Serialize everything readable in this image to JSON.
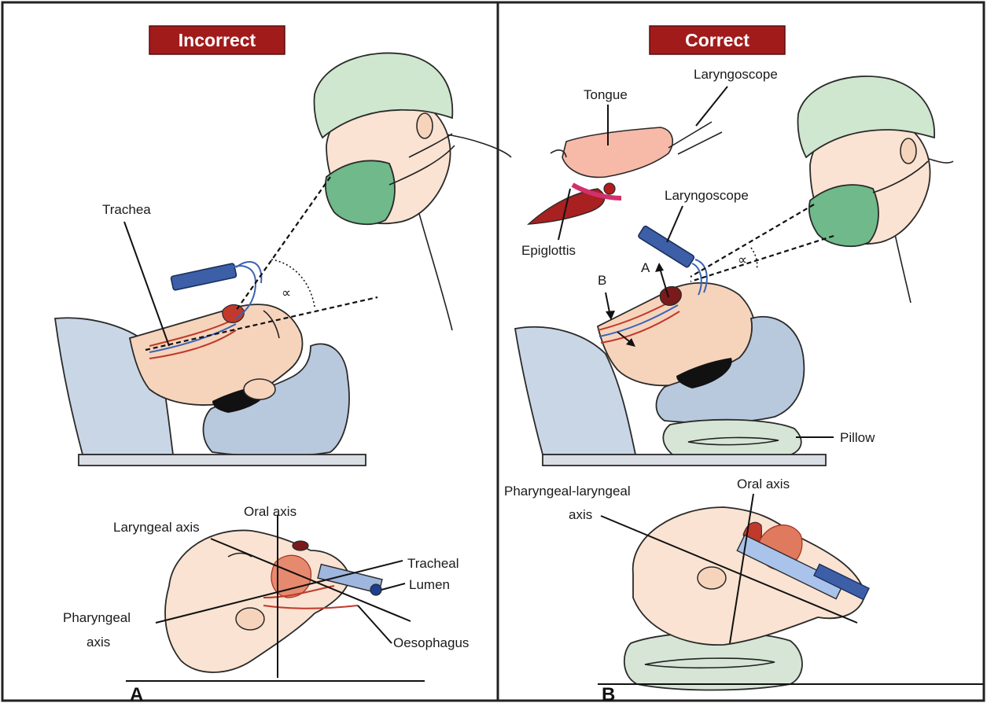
{
  "panels": {
    "left": {
      "badge": "Incorrect",
      "letter": "A",
      "labels": {
        "trachea": "Trachea",
        "alpha": "∝",
        "oral_axis": "Oral axis",
        "laryngeal_axis": "Laryngeal axis",
        "tracheal_lumen_1": "Tracheal",
        "tracheal_lumen_2": "Lumen",
        "pharyngeal_axis_1": "Pharyngeal",
        "pharyngeal_axis_2": "axis",
        "oesophagus": "Oesophagus"
      }
    },
    "right": {
      "badge": "Correct",
      "letter": "B",
      "labels": {
        "tongue": "Tongue",
        "laryngoscope_top": "Laryngoscope",
        "laryngoscope_mid": "Laryngoscope",
        "epiglottis": "Epiglottis",
        "arrow_a": "A",
        "arrow_b": "B",
        "alpha": "∝",
        "pillow": "Pillow",
        "pharyngeal_laryngeal_axis_1": "Pharyngeal-laryngeal",
        "pharyngeal_laryngeal_axis_2": "axis",
        "oral_axis": "Oral axis"
      }
    }
  },
  "colors": {
    "badge": "#a11b1b",
    "cap": "#cfe6cf",
    "mask": "#6fb98a",
    "skin": "#f6d4bb",
    "sheet": "#c9d6e6"
  }
}
